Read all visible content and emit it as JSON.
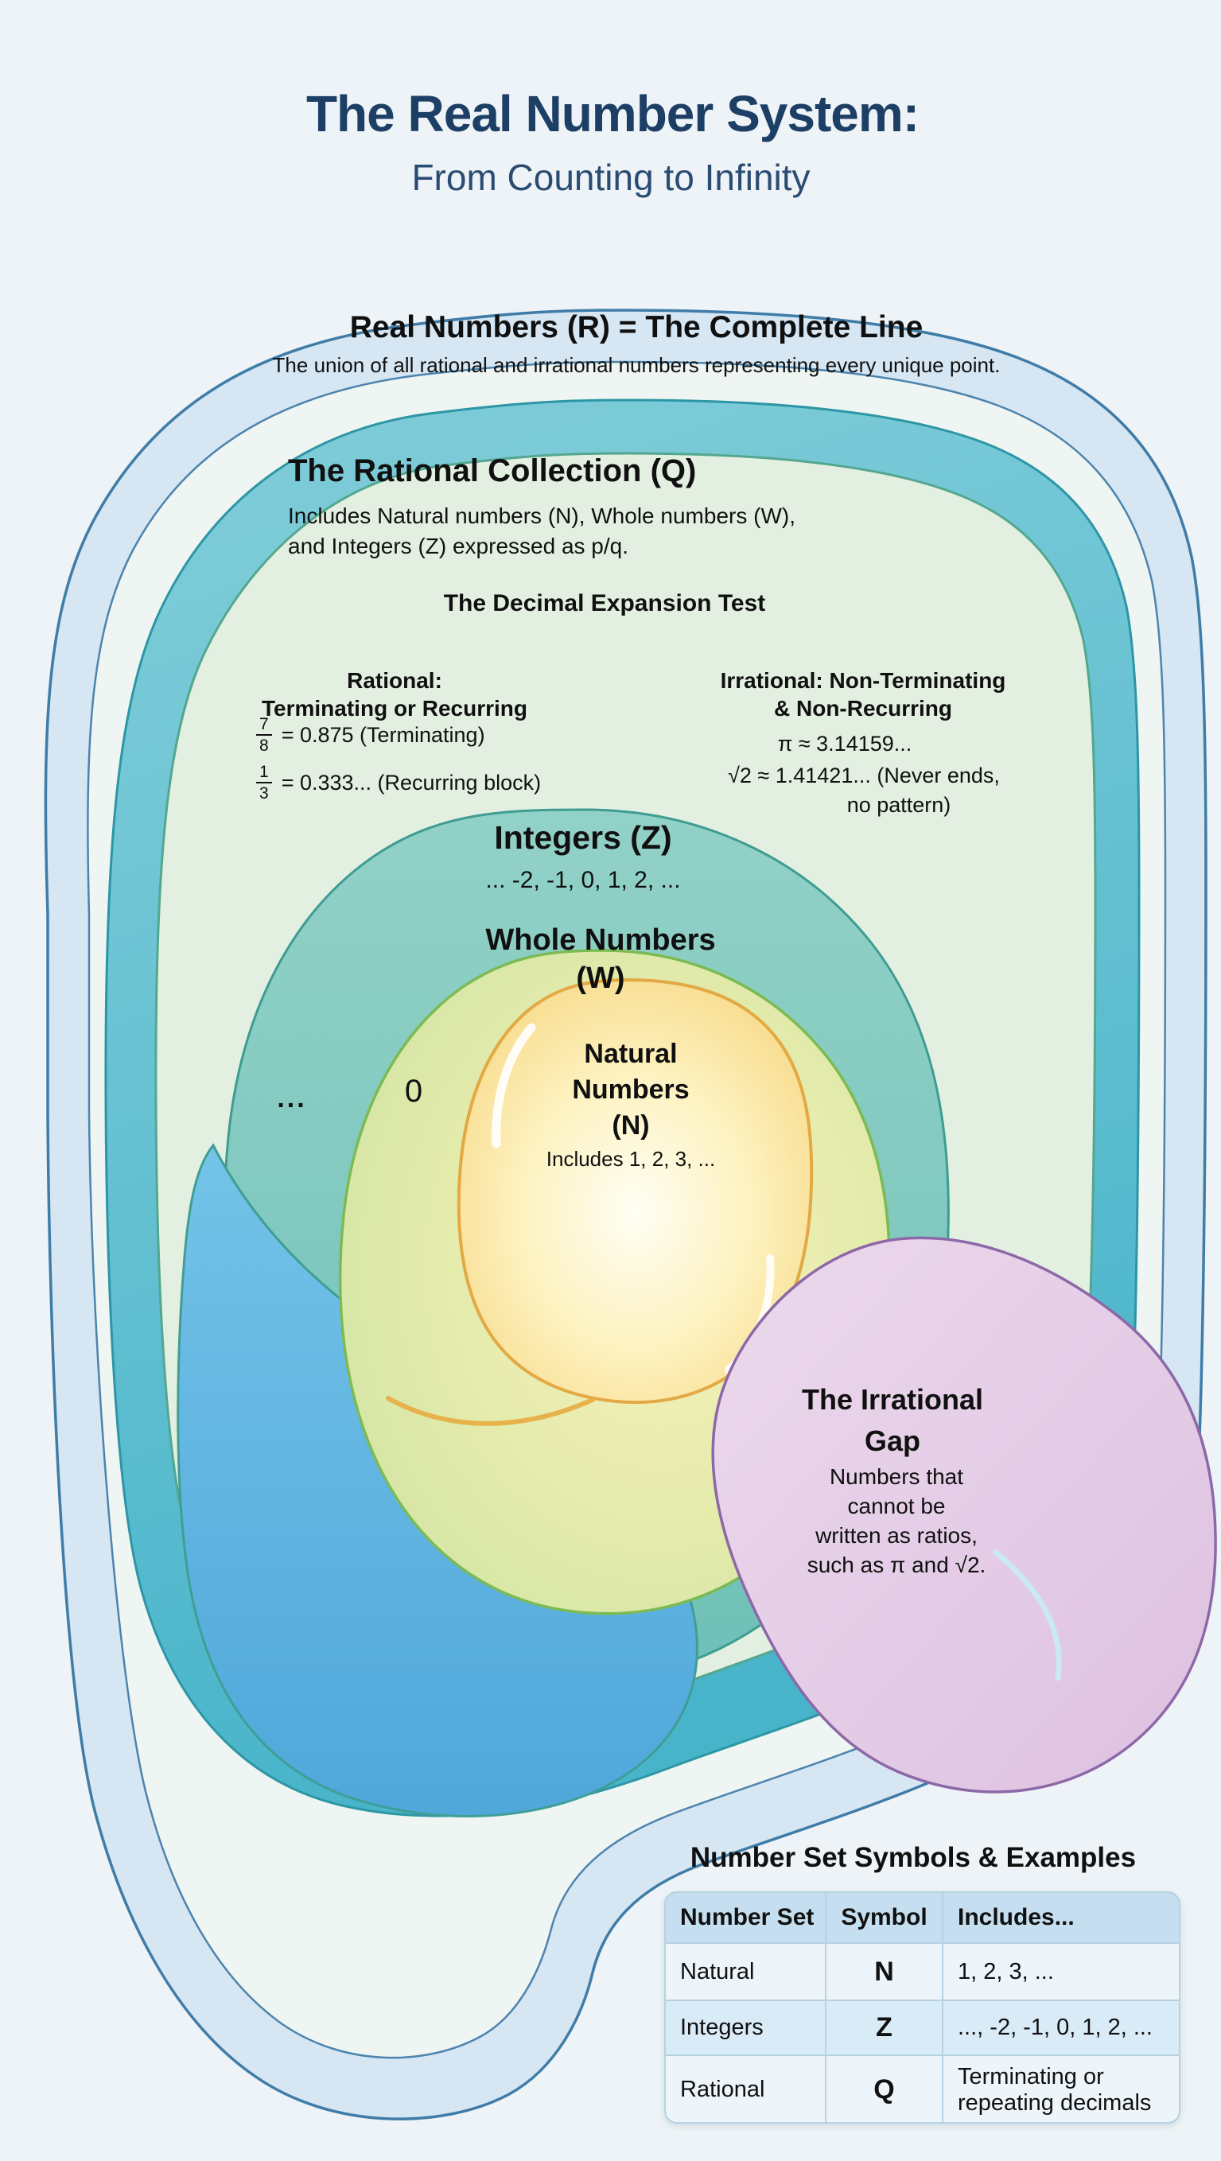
{
  "header": {
    "title": "The Real Number System:",
    "subtitle": "From Counting to Infinity"
  },
  "real_numbers": {
    "title": "Real Numbers (R) = The Complete Line",
    "description": "The union of all rational and irrational numbers representing every unique point."
  },
  "rational": {
    "title": "The Rational Collection (Q)",
    "description_line1": "Includes Natural numbers (N), Whole numbers (W),",
    "description_line2": "and Integers (Z) expressed as p/q.",
    "test_title": "The Decimal Expansion Test"
  },
  "decimal_test": {
    "rational_col": {
      "heading_line1": "Rational:",
      "heading_line2": "Terminating or Recurring",
      "examples": [
        {
          "numerator": "7",
          "denominator": "8",
          "text": "= 0.875 (Terminating)"
        },
        {
          "numerator": "1",
          "denominator": "3",
          "text": "= 0.333... (Recurring block)"
        }
      ]
    },
    "irrational_col": {
      "heading_line1": "Irrational: Non-Terminating",
      "heading_line2": "& Non-Recurring",
      "pi_example": "π ≈ 3.14159...",
      "sqrt_example_line1": "√2 ≈ 1.41421... (Never ends,",
      "sqrt_example_line2": "no pattern)"
    }
  },
  "integers": {
    "title": "Integers (Z)",
    "examples": "... -2, -1, 0, 1, 2, ..."
  },
  "whole": {
    "title_line1": "Whole Numbers",
    "title_line2": "(W)",
    "zero_label": "0"
  },
  "naturals": {
    "title_line1": "Natural",
    "title_line2": "Numbers",
    "title_line3": "(N)",
    "description": "Includes 1, 2, 3, ..."
  },
  "ellipsis_label": "...",
  "irrational_gap": {
    "title_line1": "The Irrational",
    "title_line2": "Gap",
    "body_lines": [
      "Numbers that",
      "cannot be",
      "written as ratios,",
      "such as π and √2."
    ]
  },
  "symbols_table": {
    "title": "Number Set Symbols & Examples",
    "headers": [
      "Number Set",
      "Symbol",
      "Includes..."
    ],
    "rows": [
      {
        "set": "Natural",
        "symbol": "N",
        "includes": "1, 2, 3, ..."
      },
      {
        "set": "Integers",
        "symbol": "Z",
        "includes": "..., -2, -1, 0, 1, 2, ..."
      },
      {
        "set": "Rational",
        "symbol": "Q",
        "includes": "Terminating or repeating decimals"
      }
    ]
  },
  "colors": {
    "background": "#edf3f6",
    "title_navy": "#1d3f66",
    "real_band_blue": "#d6e7f3",
    "real_border_blue": "#3f7ca8",
    "irrational_sea_teal": "#5fc0d2",
    "rational_pale_green": "#e3f0e1",
    "integers_teal": "#7fc8bd",
    "whole_yellow_green": "#dce9a9",
    "natural_gold": "#f8dd8a",
    "negative_drop_blue": "#58acdd",
    "gap_pink": "#e6cde7",
    "gap_border_purple": "#8d68a8",
    "table_header_blue": "#c5dff0",
    "table_highlight_blue": "#d9ebf7"
  }
}
